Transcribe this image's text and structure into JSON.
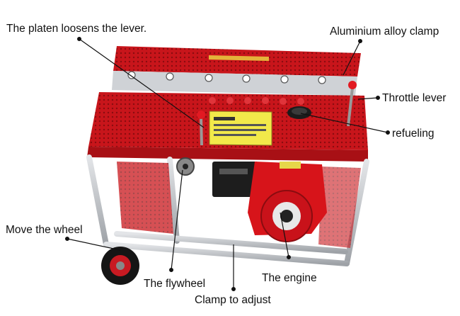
{
  "labels": {
    "platen": "The platen loosens the lever.",
    "clamp": "Aluminium alloy clamp",
    "throttle": "Throttle lever",
    "refueling": "refueling",
    "wheel": "Move the wheel",
    "flywheel": "The flywheel",
    "engine": "The engine",
    "adjust": "Clamp to adjust"
  },
  "colors": {
    "machine_red": "#c8151b",
    "engine_red": "#d7141a",
    "frame_steel": "#b9bcc0",
    "label_plate": "#f2e94a"
  }
}
